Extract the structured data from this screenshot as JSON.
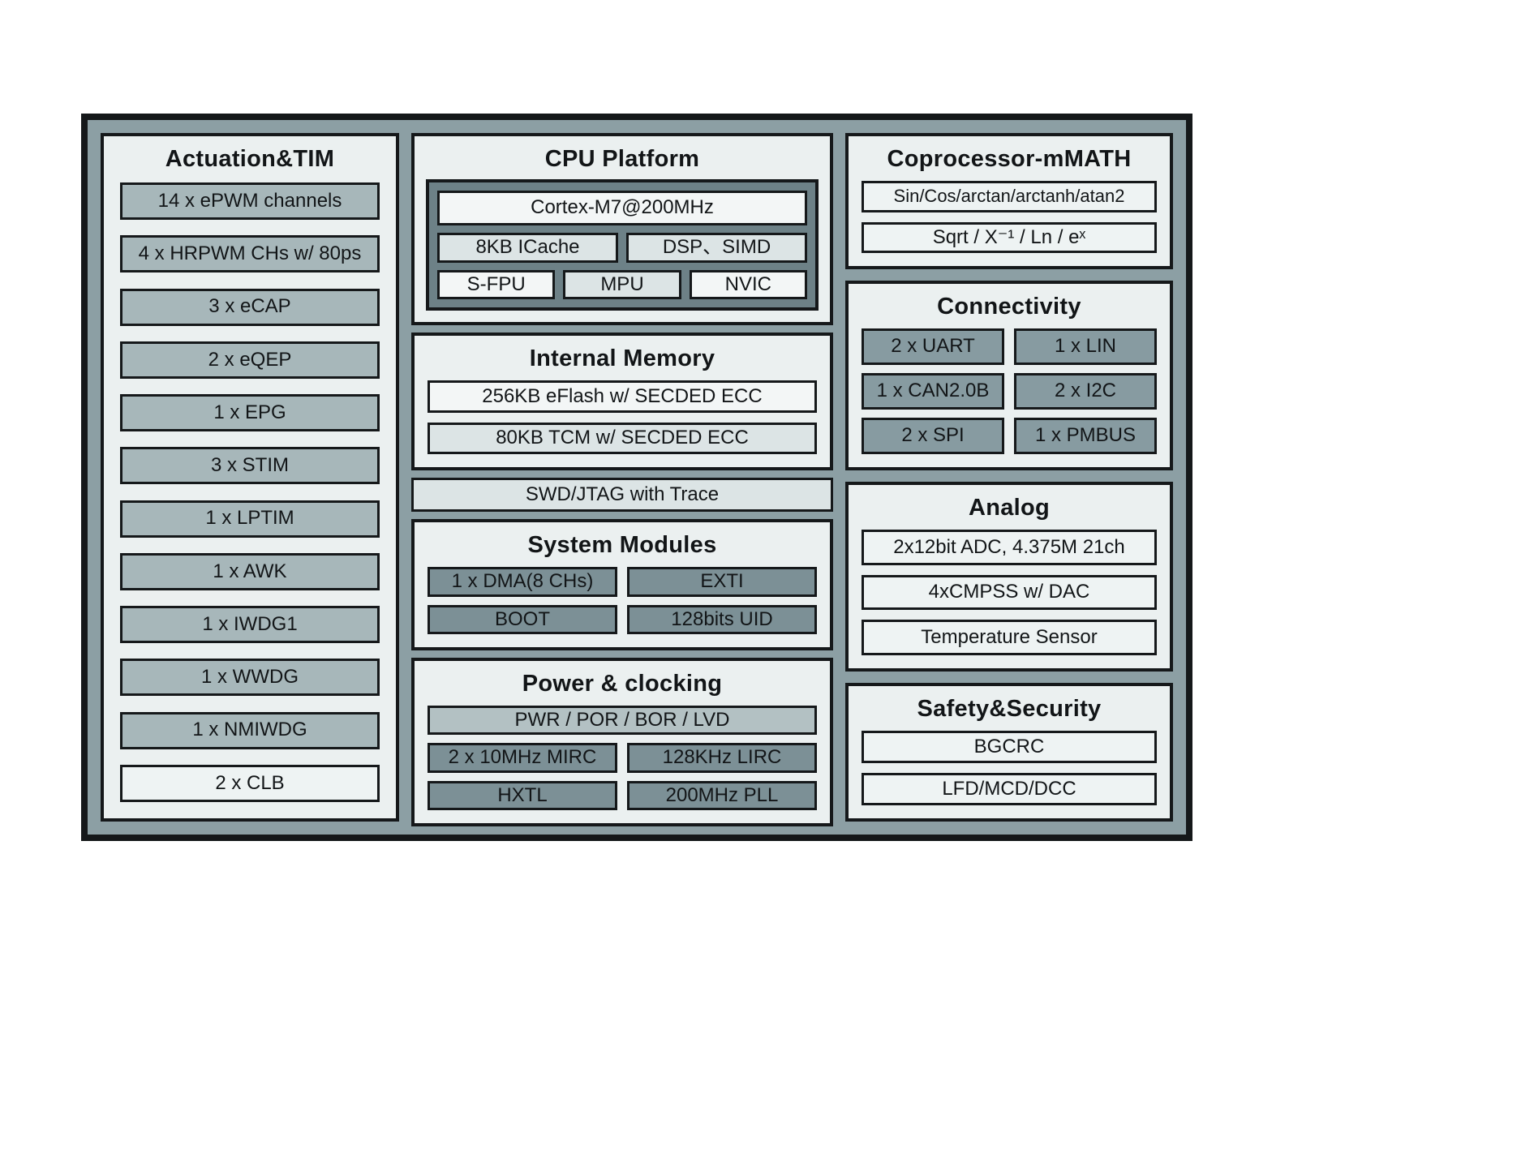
{
  "colors": {
    "canvas": "#8c9fa4",
    "panel": "#ebf0f0",
    "ink": "#15181a",
    "tone-gray": "#a7b7ba",
    "tone-light": "#eef3f3",
    "tone-white": "#f3f6f6",
    "tone-lightgray": "#dce4e5",
    "tone-midgray": "#b3c1c3",
    "tone-dark": "#7c9096",
    "tone-slate": "#879ba1",
    "cpu-bg": "#6d8187"
  },
  "actuation": {
    "title": "Actuation&TIM",
    "items": [
      "14 x ePWM channels",
      "4 x HRPWM CHs w/ 80ps",
      "3 x eCAP",
      "2 x eQEP",
      "1 x EPG",
      "3 x STIM",
      "1 x LPTIM",
      "1 x AWK",
      "1 x IWDG1",
      "1 x WWDG",
      "1 x NMIWDG",
      "2 x CLB"
    ]
  },
  "cpu": {
    "title": "CPU Platform",
    "core": "Cortex-M7@200MHz",
    "row2": [
      "8KB ICache",
      "DSP、SIMD"
    ],
    "row3": [
      "S-FPU",
      "MPU",
      "NVIC"
    ]
  },
  "memory": {
    "title": "Internal Memory",
    "items": [
      "256KB eFlash w/ SECDED ECC",
      "80KB TCM w/ SECDED ECC"
    ]
  },
  "debug": {
    "label": "SWD/JTAG with Trace"
  },
  "system_modules": {
    "title": "System Modules",
    "items": [
      "1 x DMA(8 CHs)",
      "EXTI",
      "BOOT",
      "128bits UID"
    ]
  },
  "power": {
    "title": "Power & clocking",
    "top": "PWR / POR / BOR / LVD",
    "items": [
      "2 x 10MHz MIRC",
      "128KHz LIRC",
      "HXTL",
      "200MHz PLL"
    ]
  },
  "coprocessor": {
    "title": "Coprocessor-mMATH",
    "items": [
      "Sin/Cos/arctan/arctanh/atan2",
      "Sqrt / X⁻¹ / Ln / eˣ"
    ]
  },
  "connectivity": {
    "title": "Connectivity",
    "items": [
      "2 x UART",
      "1 x LIN",
      "1 x CAN2.0B",
      "2 x I2C",
      "2 x SPI",
      "1 x PMBUS"
    ]
  },
  "analog": {
    "title": "Analog",
    "items": [
      "2x12bit ADC, 4.375M 21ch",
      "4xCMPSS w/ DAC",
      "Temperature Sensor"
    ]
  },
  "safety": {
    "title": "Safety&Security",
    "items": [
      "BGCRC",
      "LFD/MCD/DCC"
    ]
  }
}
